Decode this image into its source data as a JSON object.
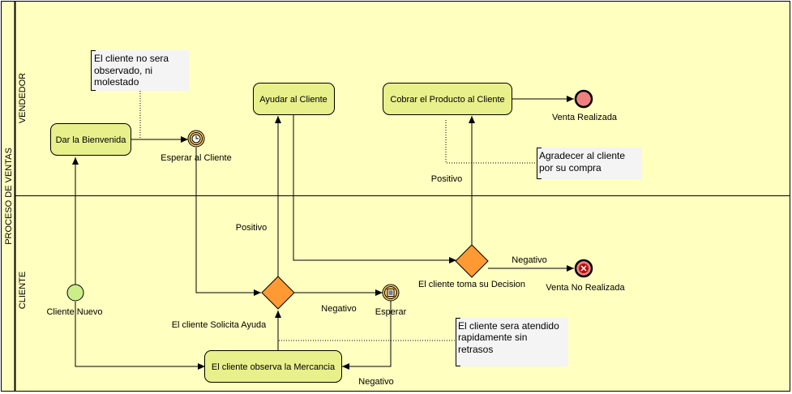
{
  "pool": {
    "title": "PROCESO DE VENTAS"
  },
  "lanes": {
    "vendedor": "VENDEDOR",
    "cliente": "CLIENTE"
  },
  "tasks": {
    "bienvenida": "Dar la Bienvenida",
    "ayudar": "Ayudar al Cliente",
    "cobrar": "Cobrar el Producto al Cliente",
    "observa": "El cliente observa la Mercancia"
  },
  "events": {
    "esperar_cliente": "Esperar al Cliente",
    "venta_realizada": "Venta Realizada",
    "cliente_nuevo": "Cliente Nuevo",
    "esperar": "Esperar",
    "venta_no_realizada": "Venta No Realizada"
  },
  "gateways": {
    "solicita_ayuda": "El cliente Solicita Ayuda",
    "toma_decision": "El cliente toma su Decision"
  },
  "flow_labels": {
    "positivo_1": "Positivo",
    "positivo_2": "Positivo",
    "negativo_1": "Negativo",
    "negativo_2": "Negativo",
    "negativo_3": "Negativo"
  },
  "notes": {
    "observado": [
      "El cliente no sera",
      "observado, ni",
      "molestado"
    ],
    "agradecer": [
      "Agradecer al cliente",
      "por su compra"
    ],
    "atendido": [
      "El cliente sera atendido",
      "rapidamente sin",
      "retrasos"
    ]
  },
  "colors": {
    "lane_bg": "#ffffc0",
    "task_fill": "#e8f08c",
    "gateway_fill": "#ff9933",
    "start_fill": "#ccee88",
    "end_fill": "#f08080",
    "intermediate_fill": "#ffcc66",
    "note_fill": "#f4f4f4"
  }
}
